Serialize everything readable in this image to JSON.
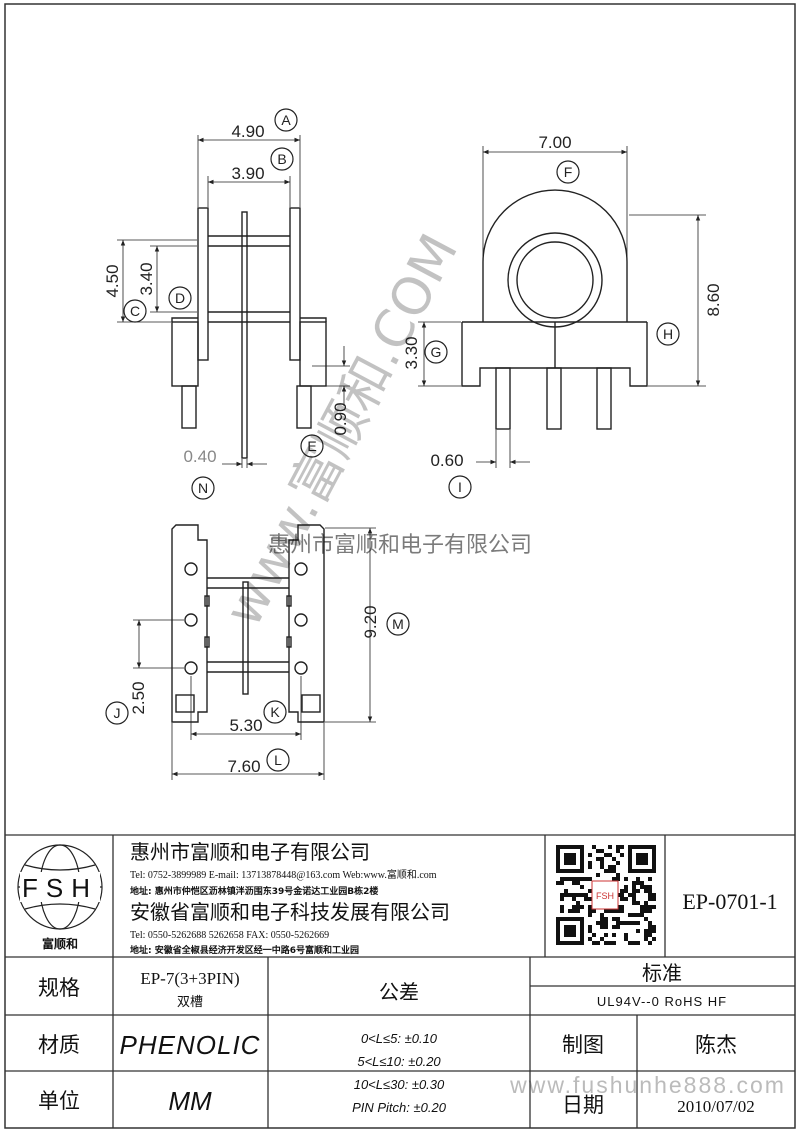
{
  "views": {
    "side": {
      "dims": {
        "A": "4.90",
        "B": "3.90",
        "C": "4.50",
        "D": "3.40",
        "E": "0.90",
        "N": "0.40"
      }
    },
    "front": {
      "dims": {
        "F": "7.00",
        "H": "8.60",
        "G": "3.30",
        "I": "0.60"
      }
    },
    "bottom": {
      "dims": {
        "M": "9.20",
        "J": "2.50",
        "K": "5.30",
        "L": "7.60"
      }
    }
  },
  "markers": [
    "A",
    "B",
    "C",
    "D",
    "E",
    "F",
    "G",
    "H",
    "I",
    "J",
    "K",
    "L",
    "M",
    "N"
  ],
  "watermarks": {
    "diagonal": "www.富顺和.COM",
    "company": "惠州市富顺和电子有限公司",
    "site": "www.fushunhe888.com"
  },
  "title_block": {
    "logo_text": "FSH",
    "logo_caption": "富顺和",
    "company1": {
      "name": "惠州市富顺和电子有限公司",
      "contact": "Tel:  0752-3899989  E-mail: 13713878448@163.com  Web:www.富顺和.com",
      "address": "地址: 惠州市仲恺区沥林镇泮沥围东39号金诺达工业园B栋2楼"
    },
    "company2": {
      "name": "安徽省富顺和电子科技发展有限公司",
      "contact": "Tel:  0550-5262688  5262658     FAX: 0550-5262669",
      "address": "地址: 安徽省全椒县经济开发区经一中路6号富顺和工业园"
    },
    "qr_label": "FSH",
    "drawing_no": "EP-0701-1",
    "rows": {
      "spec_label": "规格",
      "spec_value": "EP-7(3+3PIN)",
      "spec_note": "双槽",
      "material_label": "材质",
      "material_value": "PHENOLIC",
      "unit_label": "单位",
      "unit_value": "MM",
      "tolerance_label": "公差",
      "tolerances": [
        "0<L≤5: ±0.10",
        "5<L≤10: ±0.20",
        "10<L≤30: ±0.30",
        "PIN Pitch: ±0.20"
      ],
      "standard_label": "标准",
      "standard_value": "UL94V--0  RoHS HF",
      "drawn_label": "制图",
      "drawn_value": "陈杰",
      "date_label": "日期",
      "date_value": "2010/07/02"
    }
  }
}
